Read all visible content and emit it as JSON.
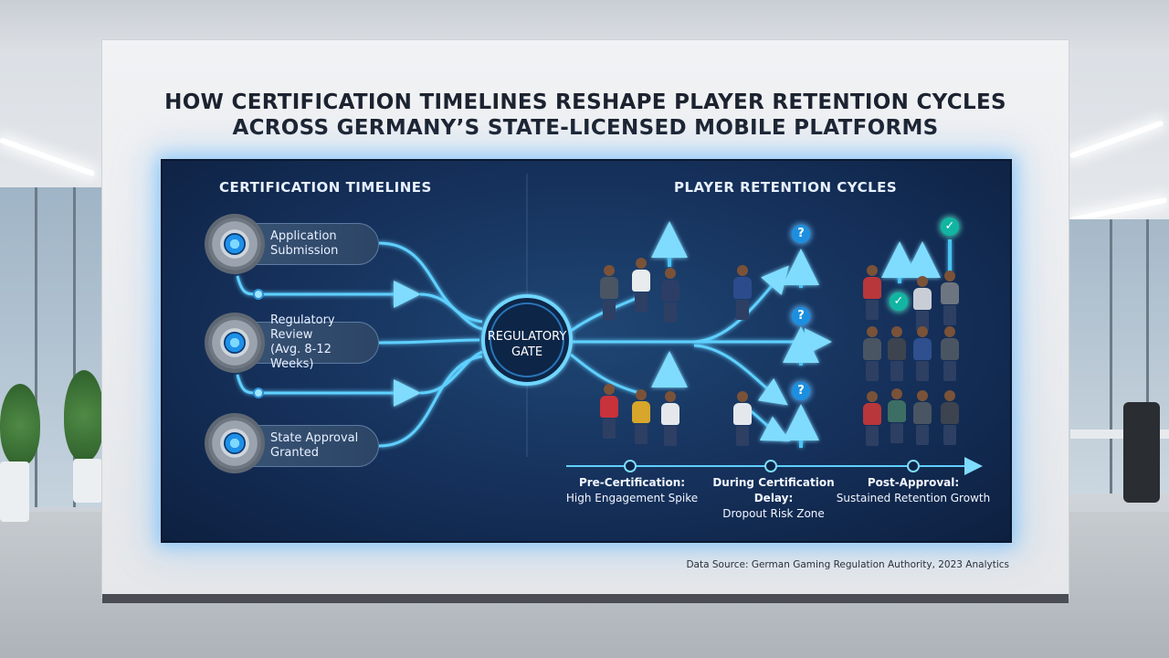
{
  "title_line1": "HOW CERTIFICATION TIMELINES RESHAPE PLAYER RETENTION CYCLES",
  "title_line2": "ACROSS GERMANY’S STATE-LICENSED MOBILE PLATFORMS",
  "left_section_title": "CERTIFICATION TIMELINES",
  "right_section_title": "PLAYER RETENTION CYCLES",
  "steps": [
    {
      "label": "Application\nSubmission",
      "icon": "gear-icon"
    },
    {
      "label": "Regulatory Review\n(Avg. 8-12 Weeks)",
      "icon": "gear-icon"
    },
    {
      "label": "State Approval\nGranted",
      "icon": "gear-icon"
    }
  ],
  "gate_label": "REGULATORY\nGATE",
  "badges": {
    "question": "?",
    "check": "✓"
  },
  "stages": [
    {
      "heading": "Pre-Certification:",
      "text": "High Engagement Spike"
    },
    {
      "heading": "During Certification Delay:",
      "text": "Dropout Risk Zone"
    },
    {
      "heading": "Post-Approval:",
      "text": "Sustained Retention Growth"
    }
  ],
  "source": "Data Source: German Gaming Regulation Authority, 2023 Analytics",
  "colors": {
    "glow": "#5fd0ff",
    "screen": "#15305a",
    "title": "#1c2330"
  }
}
